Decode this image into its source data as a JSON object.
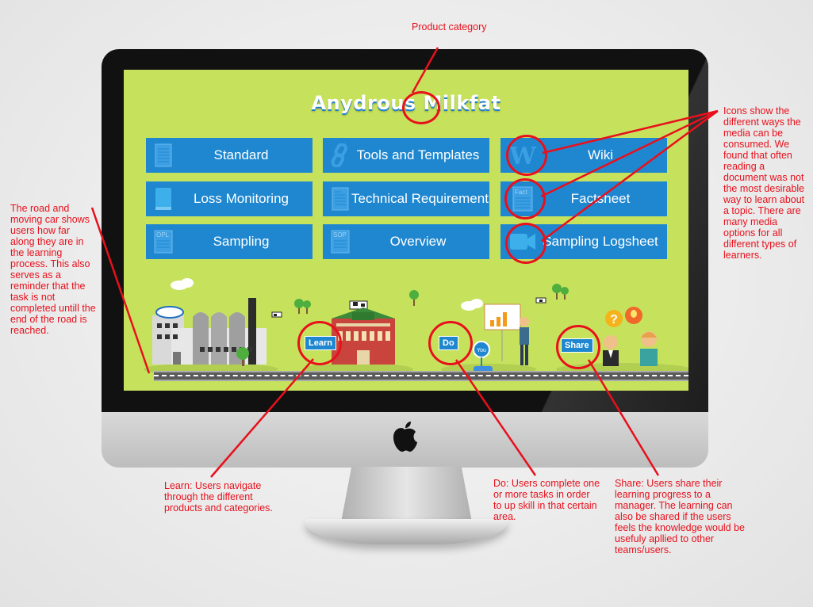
{
  "app": {
    "category_title": "Anydrous Milkfat"
  },
  "tiles": [
    {
      "label": "Standard",
      "icon": "document-icon"
    },
    {
      "label": "Tools and Templates",
      "icon": "link-icon"
    },
    {
      "label": "Wiki",
      "icon": "wiki-icon"
    },
    {
      "label": "Loss Monitoring",
      "icon": "book-icon"
    },
    {
      "label": "Technical Requirement",
      "icon": "document-lines-icon"
    },
    {
      "label": "Factsheet",
      "icon": "factsheet-icon"
    },
    {
      "label": "Sampling",
      "icon": "opl-document-icon"
    },
    {
      "label": "Overview",
      "icon": "sop-document-icon"
    },
    {
      "label": "Sampling Logsheet",
      "icon": "video-camera-icon"
    }
  ],
  "icon_texts": {
    "fact": "Fact",
    "opl": "OPL",
    "sop": "SOP",
    "wiki_letter": "W",
    "question": "?",
    "you": "You"
  },
  "road_stages": {
    "learn": "Learn",
    "do": "Do",
    "share": "Share"
  },
  "annotations": {
    "product_category": "Product category",
    "icons": [
      "Icons show the",
      "different ways the",
      "media can be",
      "consumed. We",
      "found that often",
      "reading a",
      "document was not",
      "the most desirable",
      "way to learn about",
      "a topic. There are",
      "many media",
      "options for all",
      "different types of",
      "learners."
    ],
    "road": [
      "The road and",
      "moving car shows",
      "users how far",
      "along they are in",
      "the learning",
      "process. This also",
      "serves as a",
      "reminder that the",
      "task is not",
      "completed untill the",
      "end of the road is",
      "reached."
    ],
    "learn": [
      "Learn: Users navigate",
      "through the different",
      "products and categories."
    ],
    "do": [
      "Do: Users complete one",
      "or more tasks in order",
      "to up skill in that certain",
      "area."
    ],
    "share": [
      "Share: Users share their",
      "learning progress to a",
      "manager. The learning can",
      "also be shared if the users",
      "feels the knowledge would be",
      "usefuly apllied to other",
      "teams/users."
    ]
  },
  "colors": {
    "screen_bg": "#c6e25d",
    "tile_bg": "#1f87cf",
    "annotation_red": "#e8101c",
    "bezel": "#111111"
  }
}
